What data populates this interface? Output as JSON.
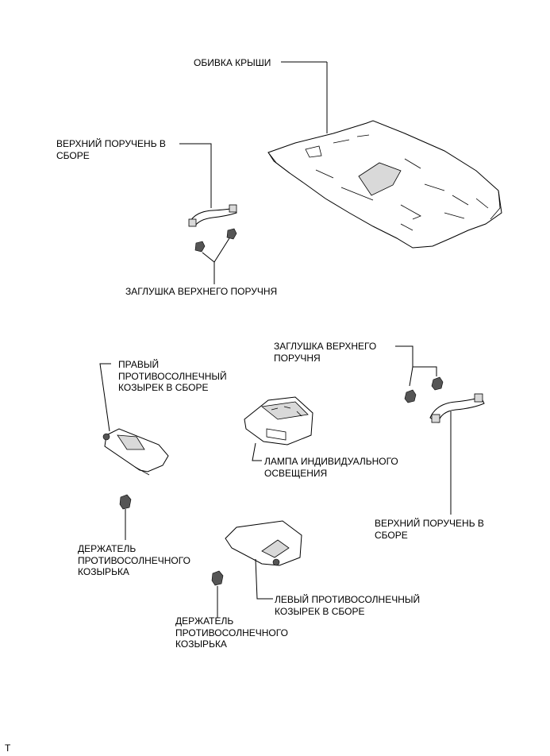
{
  "labels": {
    "roof_headliner": "ОБИВКА КРЫШИ",
    "assist_grip_top_line1": "ВЕРХНИЙ ПОРУЧЕНЬ В",
    "assist_grip_top_line2": "СБОРЕ",
    "grip_cover_top": "ЗАГЛУШКА ВЕРХНЕГО ПОРУЧНЯ",
    "right_visor_line1": "ПРАВЫЙ",
    "right_visor_line2": "ПРОТИВОСОЛНЕЧНЫЙ",
    "right_visor_line3": "КОЗЫРЕК В СБОРЕ",
    "grip_cover_right_line1": "ЗАГЛУШКА ВЕРХНЕГО",
    "grip_cover_right_line2": "ПОРУЧНЯ",
    "map_lamp_line1": "ЛАМПА ИНДИВИДУАЛЬНОГО",
    "map_lamp_line2": "ОСВЕЩЕНИЯ",
    "assist_grip_right_line1": "ВЕРХНИЙ ПОРУЧЕНЬ В",
    "assist_grip_right_line2": "СБОРЕ",
    "visor_holder_left_line1": "ДЕРЖАТЕЛЬ",
    "visor_holder_left_line2": "ПРОТИВОСОЛНЕЧНОГО",
    "visor_holder_left_line3": "КОЗЫРЬКА",
    "left_visor_line1": "ЛЕВЫЙ ПРОТИВОСОЛНЕЧНЫЙ",
    "left_visor_line2": "КОЗЫРЕК В СБОРЕ",
    "visor_holder_bottom_line1": "ДЕРЖАТЕЛЬ",
    "visor_holder_bottom_line2": "ПРОТИВОСОЛНЕЧНОГО",
    "visor_holder_bottom_line3": "КОЗЫРЬКА"
  },
  "footer_mark": "T"
}
